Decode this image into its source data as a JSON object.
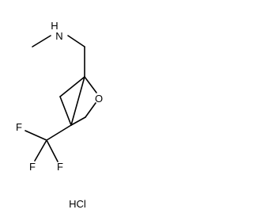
{
  "structure": {
    "atoms": {
      "amine": "N",
      "amine_h": "H",
      "ring_oxygen": "O",
      "fluorine_1": "F",
      "fluorine_2": "F",
      "fluorine_3": "F"
    },
    "salt": "HCl"
  }
}
